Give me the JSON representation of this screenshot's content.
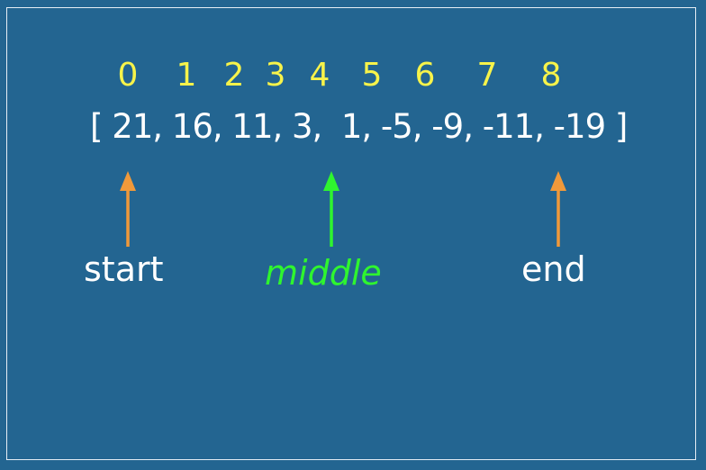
{
  "indices": [
    "0",
    "1",
    "2",
    "3",
    "4",
    "5",
    "6",
    "7",
    "8"
  ],
  "array_text": "[ 21, 16, 11, 3,  1, -5, -9, -11, -19 ]",
  "labels": {
    "start": "start",
    "middle": "middle",
    "end": "end"
  },
  "colors": {
    "background": "#236591",
    "index": "#f7f34a",
    "start_end_arrow": "#f0993a",
    "middle": "#2ff52f",
    "text": "#ffffff"
  }
}
